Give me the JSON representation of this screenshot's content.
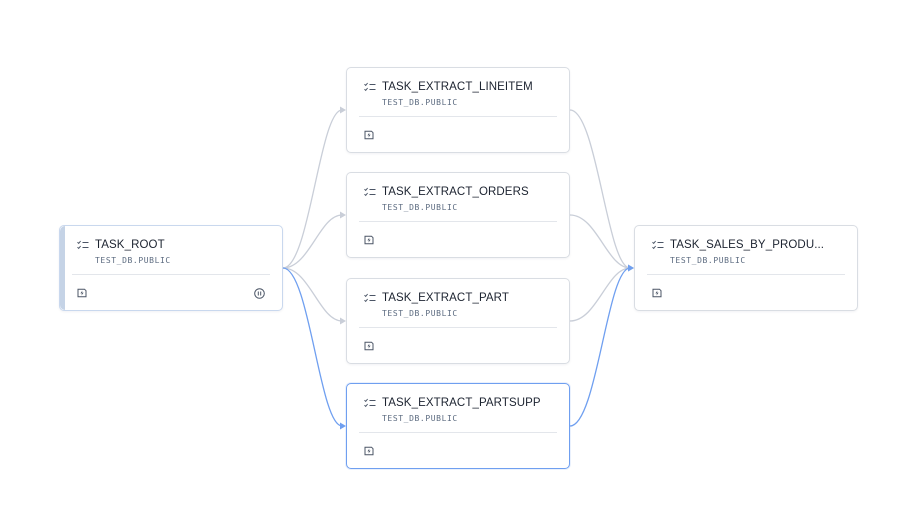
{
  "colors": {
    "edge_default": "#c9ced8",
    "edge_selected": "#6f9ff0",
    "node_border": "#d9dde3",
    "node_selected_border": "#6f9ff0",
    "root_accent": "#c5d3e6"
  },
  "nodes": {
    "root": {
      "title": "TASK_ROOT",
      "schema": "TEST_DB.PUBLIC"
    },
    "lineitem": {
      "title": "TASK_EXTRACT_LINEITEM",
      "schema": "TEST_DB.PUBLIC"
    },
    "orders": {
      "title": "TASK_EXTRACT_ORDERS",
      "schema": "TEST_DB.PUBLIC"
    },
    "part": {
      "title": "TASK_EXTRACT_PART",
      "schema": "TEST_DB.PUBLIC"
    },
    "partsupp": {
      "title": "TASK_EXTRACT_PARTSUPP",
      "schema": "TEST_DB.PUBLIC",
      "selected": true
    },
    "sales": {
      "title": "TASK_SALES_BY_PRODU...",
      "schema": "TEST_DB.PUBLIC"
    }
  },
  "edges": [
    {
      "from": "root",
      "to": "lineitem",
      "highlighted": false
    },
    {
      "from": "root",
      "to": "orders",
      "highlighted": false
    },
    {
      "from": "root",
      "to": "part",
      "highlighted": false
    },
    {
      "from": "root",
      "to": "partsupp",
      "highlighted": true
    },
    {
      "from": "lineitem",
      "to": "sales",
      "highlighted": false
    },
    {
      "from": "orders",
      "to": "sales",
      "highlighted": false
    },
    {
      "from": "part",
      "to": "sales",
      "highlighted": false
    },
    {
      "from": "partsupp",
      "to": "sales",
      "highlighted": true
    }
  ]
}
